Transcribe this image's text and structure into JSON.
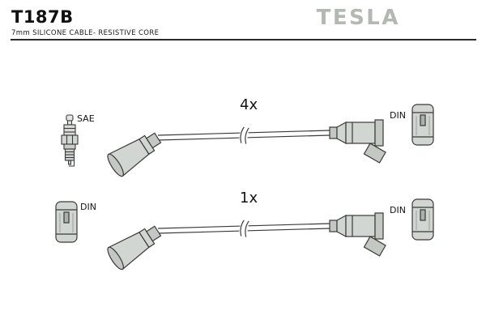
{
  "header": {
    "product_code": "T187B",
    "subtitle": "7mm SILICONE CABLE- RESISTIVE CORE",
    "brand": "TESLA"
  },
  "diagram": {
    "rows": [
      {
        "left_icon": "spark-plug",
        "left_label": "SAE",
        "quantity": "4x",
        "right_label": "DIN",
        "right_icon": "din-terminal"
      },
      {
        "left_icon": "din-terminal",
        "left_label": "DIN",
        "quantity": "1x",
        "right_label": "DIN",
        "right_icon": "din-terminal"
      }
    ]
  },
  "colors": {
    "connector_fill": "#d2d6d2",
    "connector_shade": "#c3c8c3",
    "outline": "#3a3a3a",
    "brand_gray": "#b3b8b3",
    "text": "#141414"
  }
}
